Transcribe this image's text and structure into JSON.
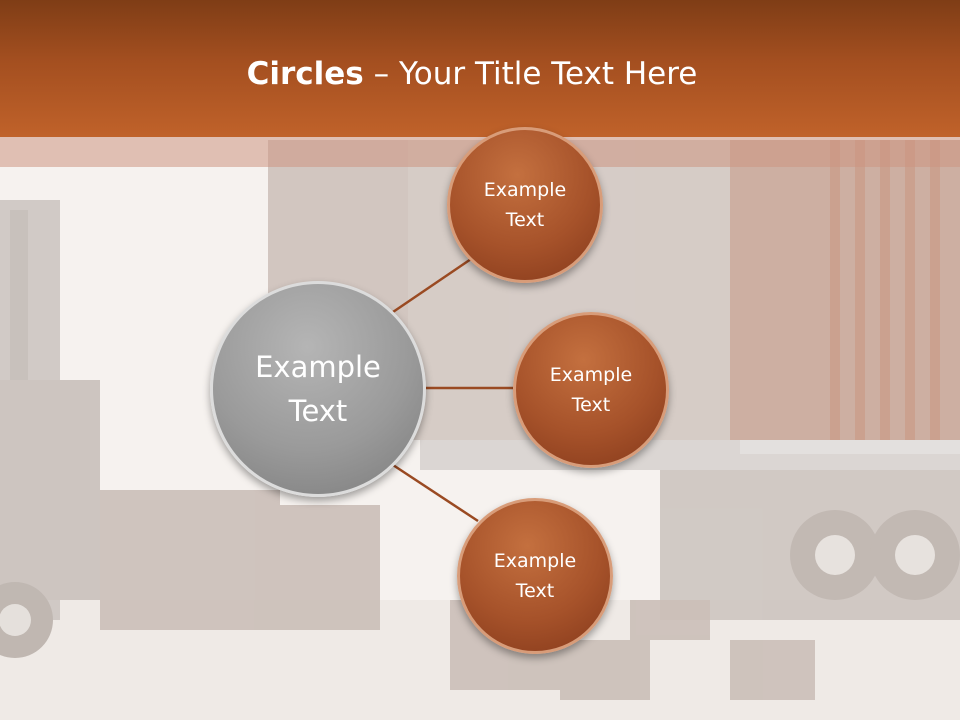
{
  "slide": {
    "title_bold": "Circles",
    "title_rest": " – Your Title Text Here"
  },
  "circles": {
    "main": {
      "label": "Example\nText"
    },
    "satellites": [
      {
        "label": "Example\nText"
      },
      {
        "label": "Example\nText"
      },
      {
        "label": "Example\nText"
      }
    ]
  },
  "colors": {
    "title_bar": "#a44f20",
    "satellite_fill": "#a6522a",
    "main_fill": "#9a9a9a",
    "connector": "#9a4a22"
  }
}
